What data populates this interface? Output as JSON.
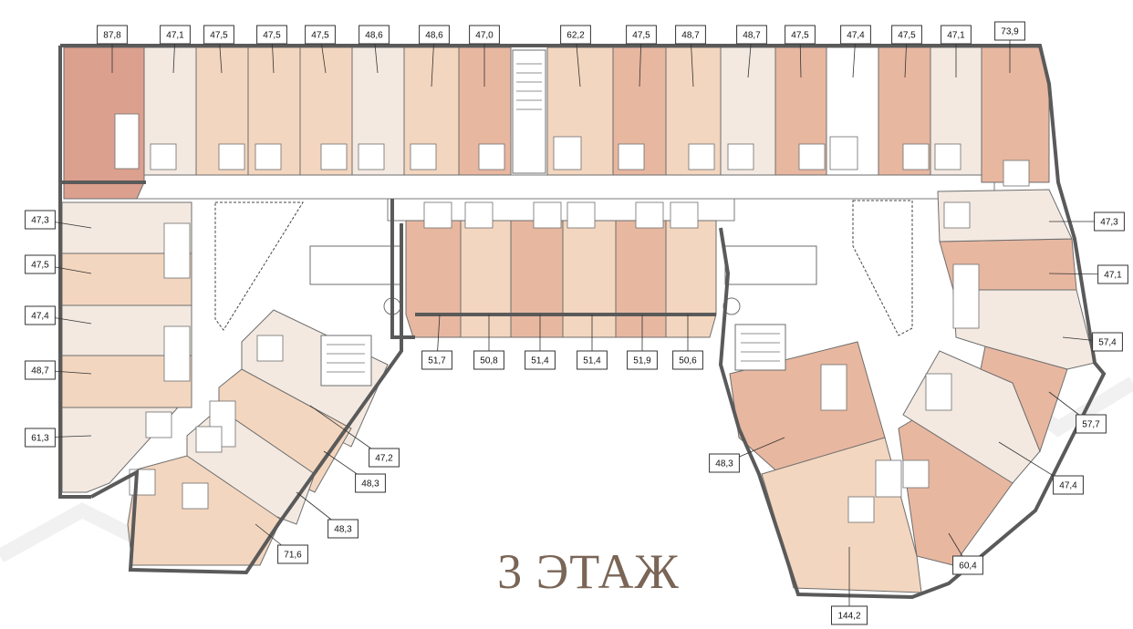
{
  "floor": {
    "title": "3 ЭТАЖ"
  },
  "colors": {
    "light": "#f3e9e1",
    "peach": "#f3d6bf",
    "salmon": "#e8b7a0",
    "rose": "#dca08e",
    "corridor": "#ffffff",
    "wall": "#5a5a5a",
    "title": "#7a6556"
  },
  "apartments": [
    {
      "area": "87,8",
      "tone": "rose"
    },
    {
      "area": "47,1",
      "tone": "light"
    },
    {
      "area": "47,5",
      "tone": "peach"
    },
    {
      "area": "47,5",
      "tone": "peach"
    },
    {
      "area": "47,5",
      "tone": "peach"
    },
    {
      "area": "48,6",
      "tone": "light"
    },
    {
      "area": "48,6",
      "tone": "peach"
    },
    {
      "area": "47,0",
      "tone": "salmon"
    },
    {
      "area": "62,2",
      "tone": "peach"
    },
    {
      "area": "47,5",
      "tone": "salmon"
    },
    {
      "area": "48,7",
      "tone": "peach"
    },
    {
      "area": "48,7",
      "tone": "light"
    },
    {
      "area": "47,5",
      "tone": "salmon"
    },
    {
      "area": "47,4",
      "tone": "corridor"
    },
    {
      "area": "47,5",
      "tone": "salmon"
    },
    {
      "area": "47,1",
      "tone": "light"
    },
    {
      "area": "73,9",
      "tone": "salmon"
    },
    {
      "area": "47,3",
      "tone": "light"
    },
    {
      "area": "47,5",
      "tone": "peach"
    },
    {
      "area": "47,4",
      "tone": "light"
    },
    {
      "area": "48,7",
      "tone": "peach"
    },
    {
      "area": "61,3",
      "tone": "light"
    },
    {
      "area": "47,2",
      "tone": "light"
    },
    {
      "area": "48,3",
      "tone": "peach"
    },
    {
      "area": "48,3",
      "tone": "light"
    },
    {
      "area": "71,6",
      "tone": "peach"
    },
    {
      "area": "51,7",
      "tone": "salmon"
    },
    {
      "area": "50,8",
      "tone": "peach"
    },
    {
      "area": "51,4",
      "tone": "salmon"
    },
    {
      "area": "51,4",
      "tone": "peach"
    },
    {
      "area": "51,9",
      "tone": "salmon"
    },
    {
      "area": "50,6",
      "tone": "peach"
    },
    {
      "area": "48,3",
      "tone": "salmon"
    },
    {
      "area": "144,2",
      "tone": "peach"
    },
    {
      "area": "60,4",
      "tone": "salmon"
    },
    {
      "area": "47,4",
      "tone": "light"
    },
    {
      "area": "57,7",
      "tone": "salmon"
    },
    {
      "area": "57,4",
      "tone": "light"
    },
    {
      "area": "47,1",
      "tone": "salmon"
    },
    {
      "area": "47,3",
      "tone": "light"
    }
  ]
}
